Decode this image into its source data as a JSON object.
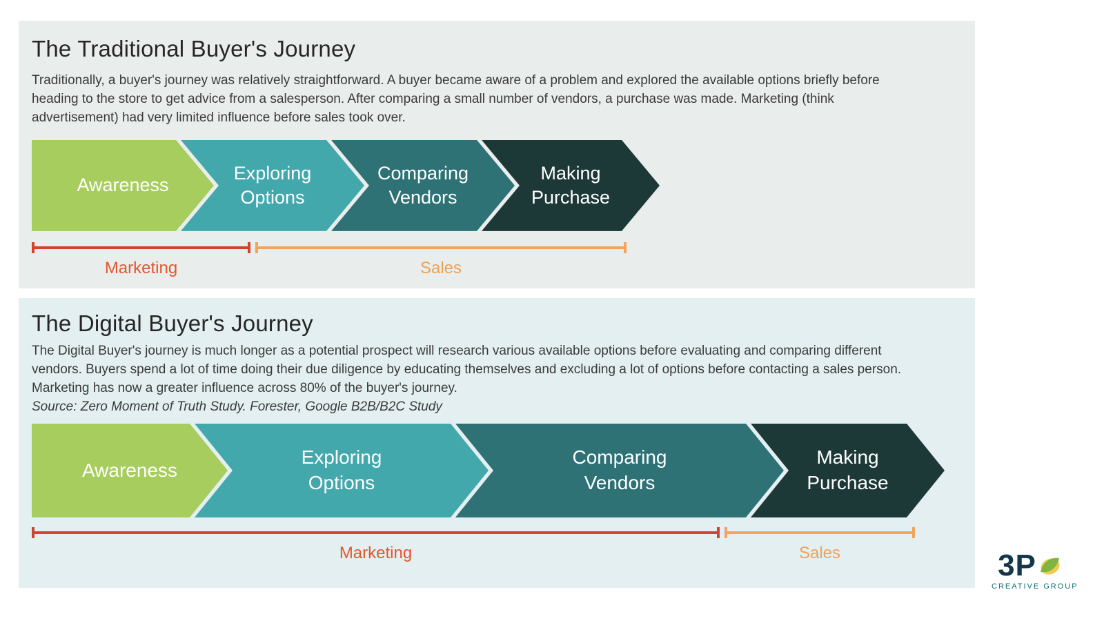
{
  "traditional": {
    "title": "The Traditional Buyer's Journey",
    "description": "Traditionally, a buyer's journey was relatively straightforward. A buyer became aware of a problem and explored the available options briefly before heading to the store to get advice from a salesperson. After comparing a small number of vendors, a purchase was made. Marketing (think advertisement) had very limited influence before sales took over.",
    "steps": [
      {
        "label": "Awareness",
        "color": "#a6cd5d"
      },
      {
        "label": "Exploring Options",
        "color": "#43a8ac"
      },
      {
        "label": "Comparing Vendors",
        "color": "#2e7276"
      },
      {
        "label": "Making Purchase",
        "color": "#1d3937"
      }
    ],
    "ranges": [
      {
        "label": "Marketing",
        "color": "#d0452a"
      },
      {
        "label": "Sales",
        "color": "#f2a45c"
      }
    ]
  },
  "digital": {
    "title": "The Digital Buyer's Journey",
    "description": "The Digital Buyer's journey is much longer as a potential prospect will research various available options before evaluating and comparing different vendors. Buyers spend a lot of time doing their due diligence by educating themselves and excluding a lot of options before contacting a sales person. Marketing has now a greater influence across 80% of the buyer's journey.",
    "source": "Source: Zero Moment of Truth Study. Forester, Google B2B/B2C Study",
    "steps": [
      {
        "label": "Awareness",
        "color": "#a6cd5d"
      },
      {
        "label": "Exploring Options",
        "color": "#43a8ac"
      },
      {
        "label": "Comparing Vendors",
        "color": "#2e7276"
      },
      {
        "label": "Making Purchase",
        "color": "#1d3937"
      }
    ],
    "ranges": [
      {
        "label": "Marketing",
        "color": "#d0452a"
      },
      {
        "label": "Sales",
        "color": "#f2a45c"
      }
    ]
  },
  "logo": {
    "name": "3P",
    "tagline": "CREATIVE GROUP"
  }
}
